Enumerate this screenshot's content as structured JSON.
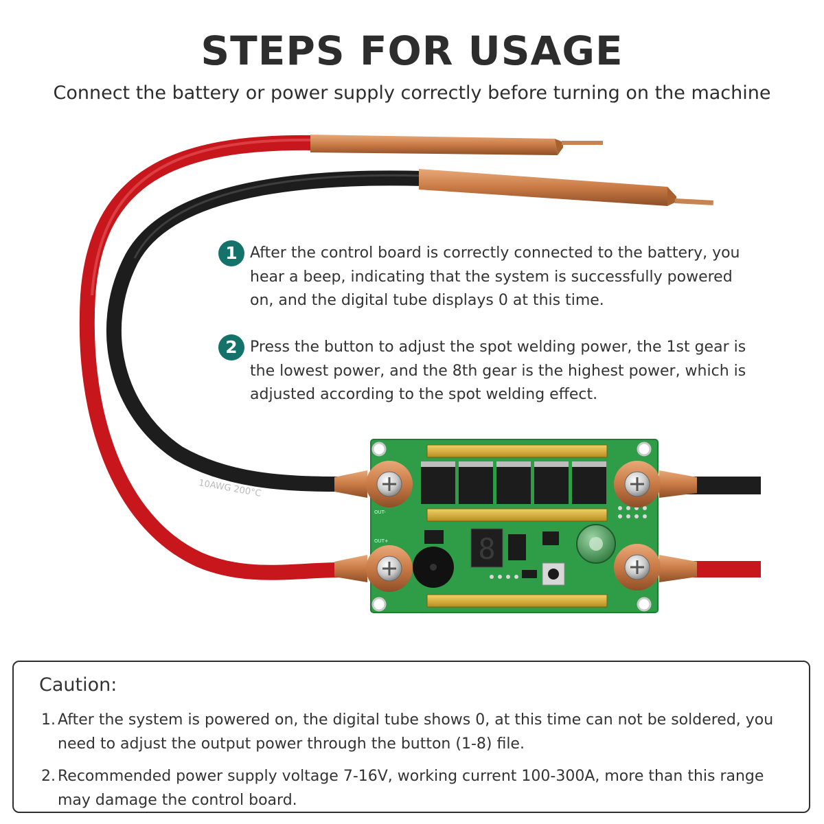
{
  "header": {
    "title": "STEPS FOR USAGE",
    "subtitle": "Connect the battery or power supply correctly before turning on the machine"
  },
  "steps": [
    {
      "number": "1",
      "text": "After the control board is correctly connected to the battery, you hear a beep, indicating that the system is successfully powered on, and the digital tube displays 0 at this time."
    },
    {
      "number": "2",
      "text": "Press the button to adjust the spot welding power, the 1st gear is the lowest power, and the 8th gear is the highest power, which is adjusted according to the spot welding effect."
    }
  ],
  "illustration": {
    "cable_label_black": "10AWG 200°C",
    "digital_tube_value": "8",
    "board_label_out_neg": "OUT-",
    "board_label_out_pos": "OUT+",
    "colors": {
      "red_cable": "#c8171c",
      "black_cable": "#1d1d1d",
      "copper": "#c97a45",
      "pcb_green": "#2f9d48",
      "gold_strip": "#d9b23a",
      "badge": "#13736b"
    }
  },
  "caution": {
    "title": "Caution:",
    "items": [
      {
        "number": "1.",
        "text": "After the system is powered on, the digital tube shows 0, at this time can not be soldered, you need to adjust the output power through the button (1-8) file."
      },
      {
        "number": "2.",
        "text": "Recommended power supply voltage 7-16V, working current 100-300A, more than this range may damage the control board."
      }
    ]
  }
}
